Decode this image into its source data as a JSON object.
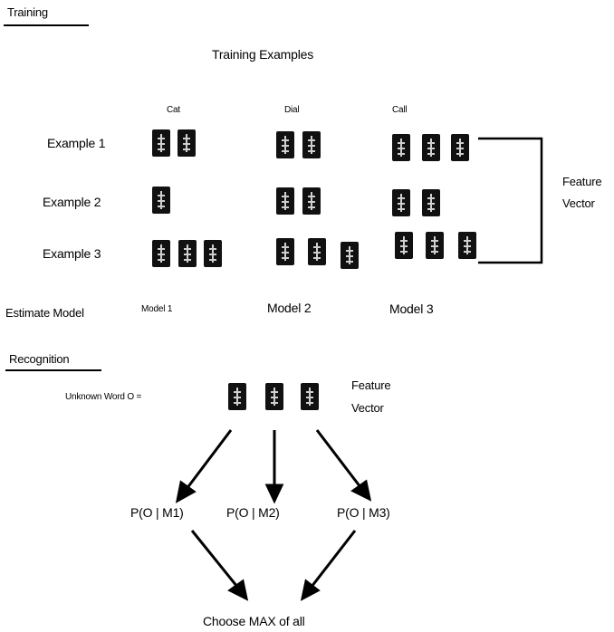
{
  "training": {
    "heading": "Training",
    "examples_title": "Training Examples",
    "words": [
      "Cat",
      "Dial",
      "Call"
    ],
    "examples": [
      {
        "label": "Example 1",
        "counts": [
          2,
          2,
          3
        ]
      },
      {
        "label": "Example 2",
        "counts": [
          1,
          2,
          2
        ]
      },
      {
        "label": "Example 3",
        "counts": [
          3,
          3,
          3
        ]
      }
    ],
    "feature_vector_label": [
      "Feature",
      "Vector"
    ],
    "estimate_label": "Estimate Model",
    "models": [
      "Model 1",
      "Model 2",
      "Model 3"
    ]
  },
  "recognition": {
    "heading": "Recognition",
    "unknown_word_label": "Unknown Word O =",
    "unknown_count": 3,
    "feature_vector_label": [
      "Feature",
      "Vector"
    ],
    "probabilities": [
      "P(O | M1)",
      "P(O | M2)",
      "P(O | M3)"
    ],
    "result": "Choose MAX of all"
  }
}
